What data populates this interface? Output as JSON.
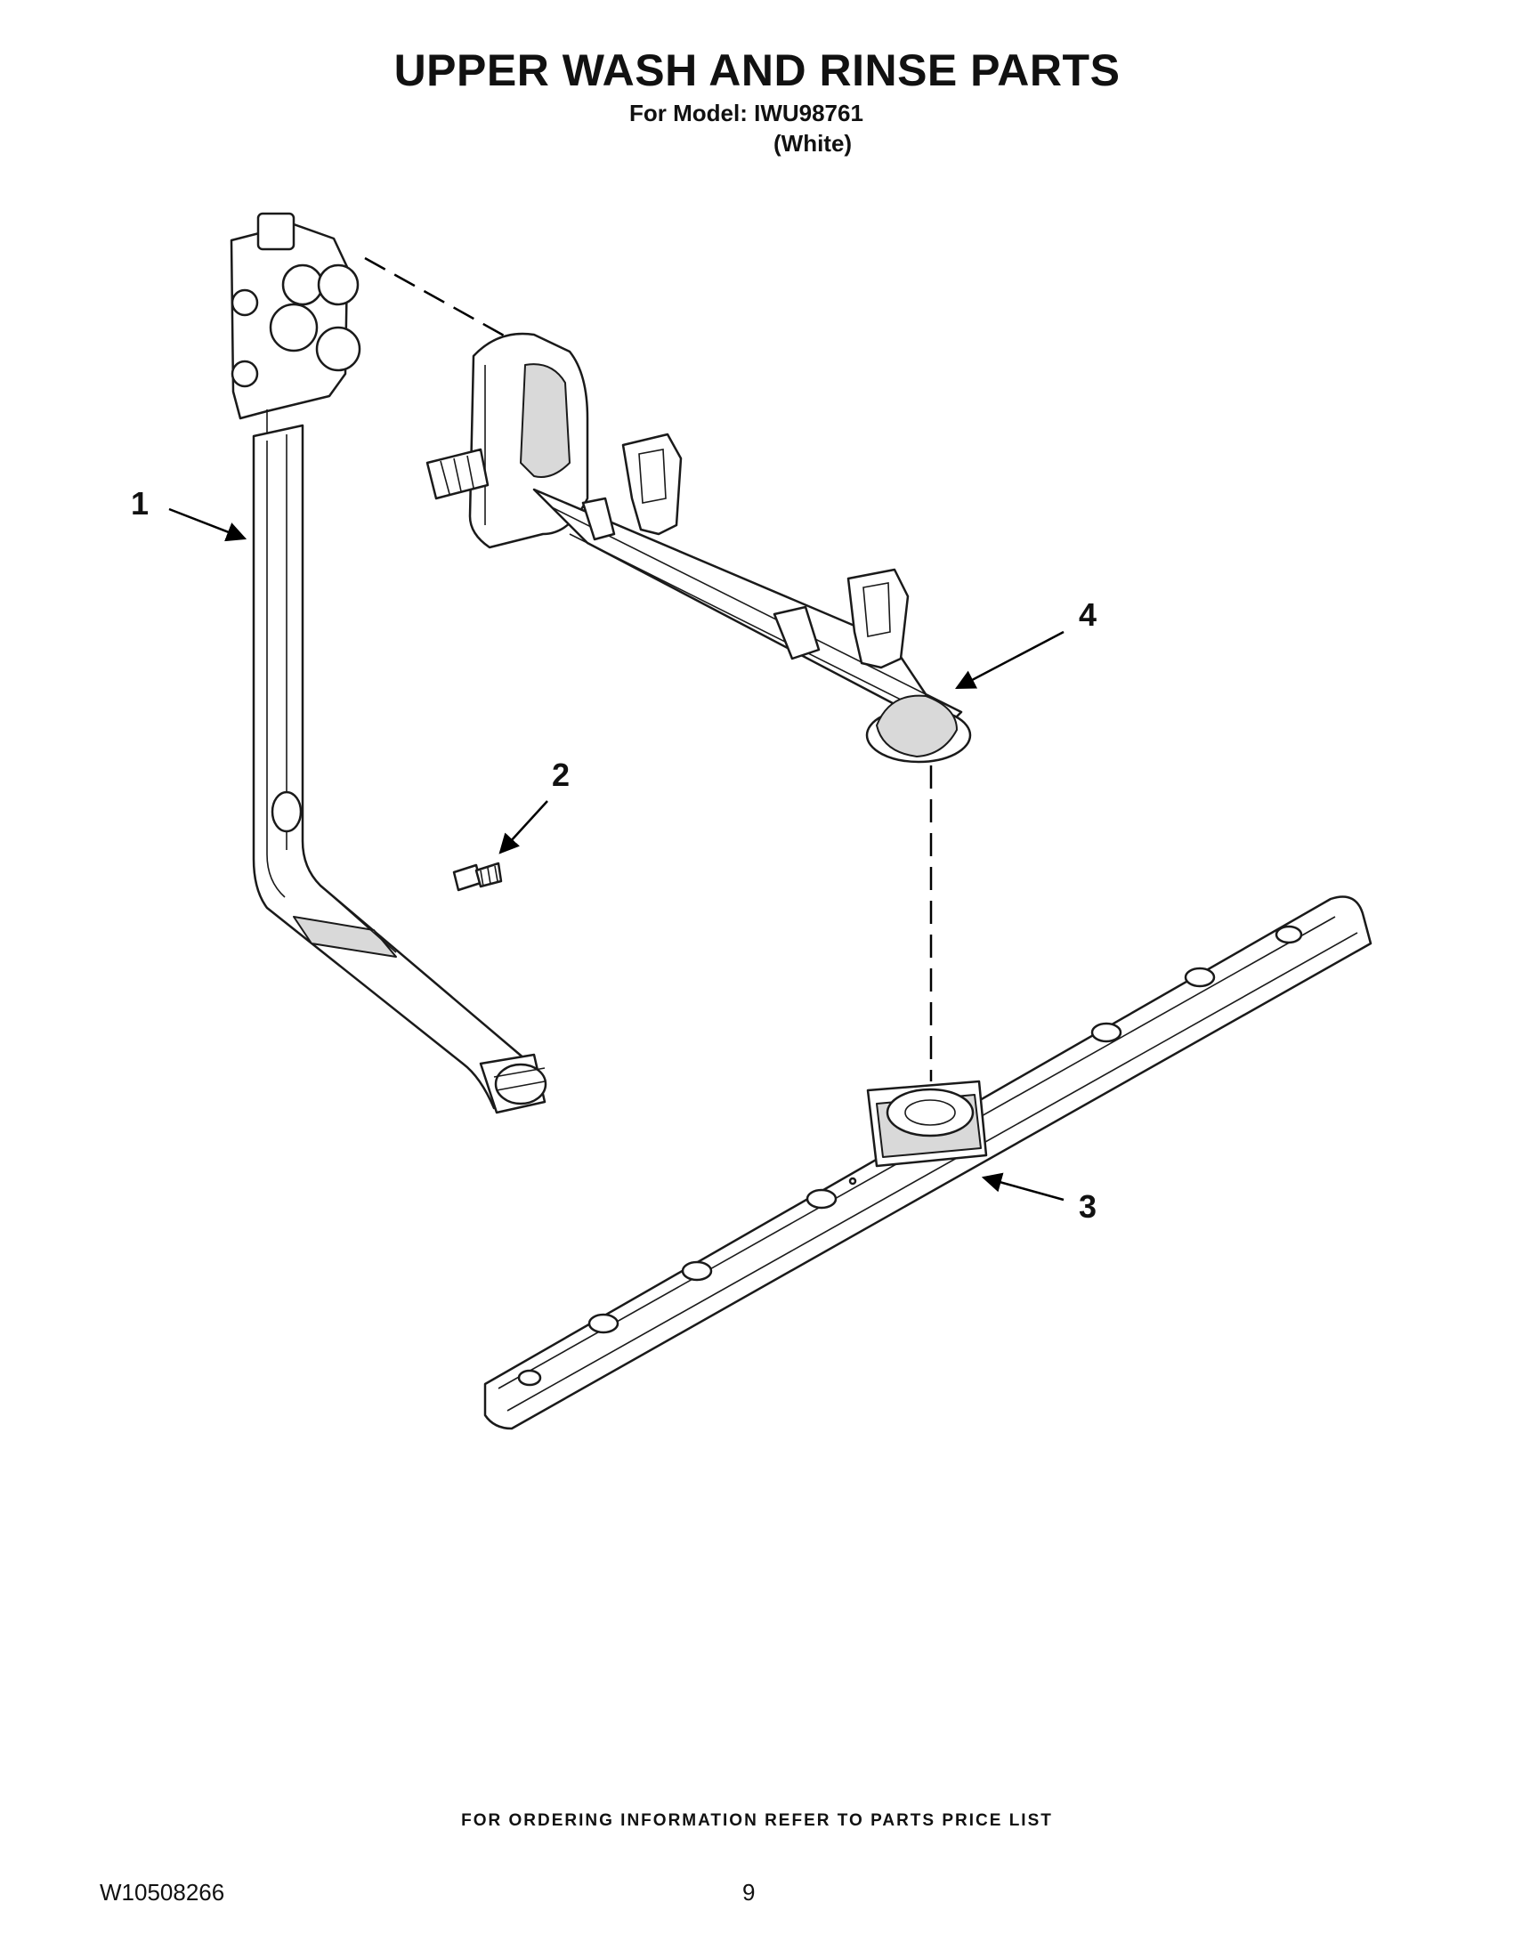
{
  "header": {
    "title": "UPPER WASH AND RINSE PARTS",
    "model_line": "For Model: IWU98761",
    "color_line": "(White)"
  },
  "callouts": [
    "1",
    "2",
    "3",
    "4"
  ],
  "footer": {
    "note": "FOR ORDERING INFORMATION REFER TO PARTS PRICE LIST",
    "doc_number": "W10508266",
    "page_number": "9"
  }
}
